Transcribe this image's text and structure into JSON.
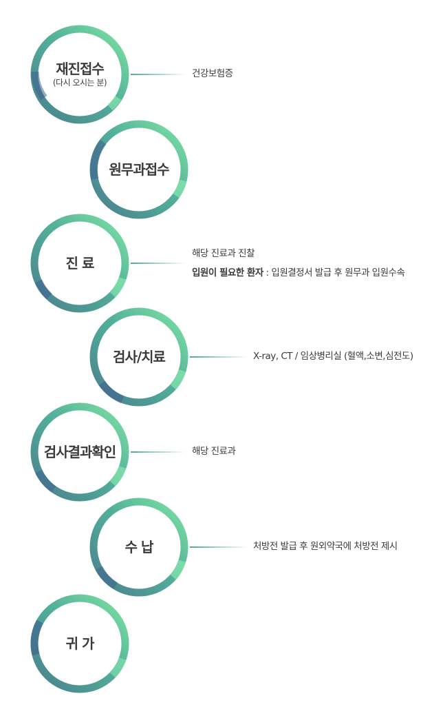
{
  "colors": {
    "ring_light": "#6fd79a",
    "ring_mid": "#4fa898",
    "ring_dark": "#3f5f8f",
    "connector": "#4fa898",
    "text": "#3a3a3a"
  },
  "steps": [
    {
      "title": "재진접수",
      "subtitle": "(다시 오시는 분)",
      "desc": "건강보험증"
    },
    {
      "title": "원무과접수"
    },
    {
      "title": "진 료",
      "desc": "해당 진료과 진찰",
      "desc2_bold": "입원이 필요한 환자",
      "desc2": " : 입원결정서 발급 후 원무과 입원수속"
    },
    {
      "title": "검사/치료",
      "desc": "X-ray, CT / 임상병리실 (혈액,소변,심전도)"
    },
    {
      "title": "검사결과확인",
      "desc": "해당 진료과"
    },
    {
      "title": "수 납",
      "desc": "처방전 발급 후 원외약국에 처방전 제시"
    },
    {
      "title": "귀 가"
    }
  ]
}
